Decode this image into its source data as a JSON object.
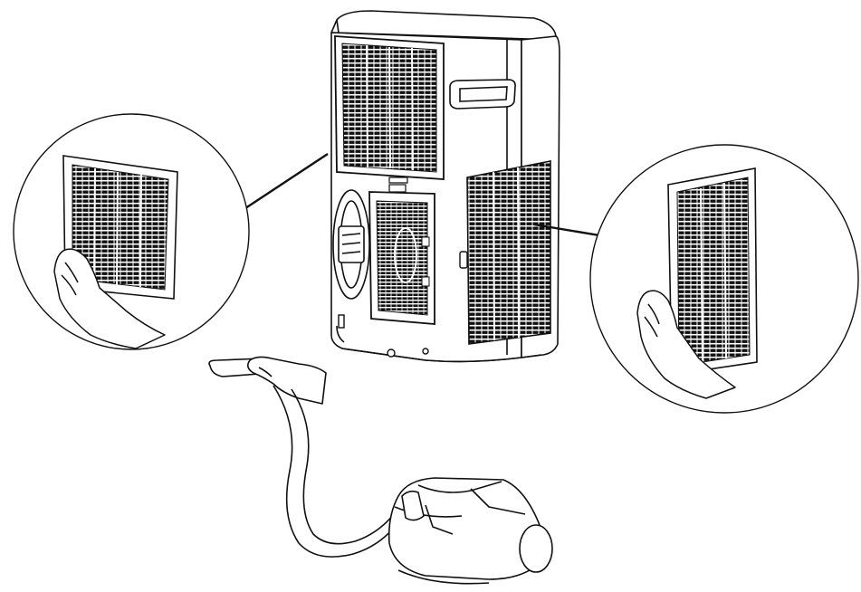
{
  "figure": {
    "subject": "portable-air-conditioner-filter-cleaning",
    "parts": [
      "air-conditioner-unit",
      "upper-rear-filter",
      "lower-rear-filter",
      "side-filter",
      "left-detail-callout",
      "right-detail-callout",
      "vacuum-cleaner"
    ]
  },
  "colors": {
    "ink": "#111111",
    "paper": "#ffffff",
    "line_weight_hint": "thin"
  }
}
